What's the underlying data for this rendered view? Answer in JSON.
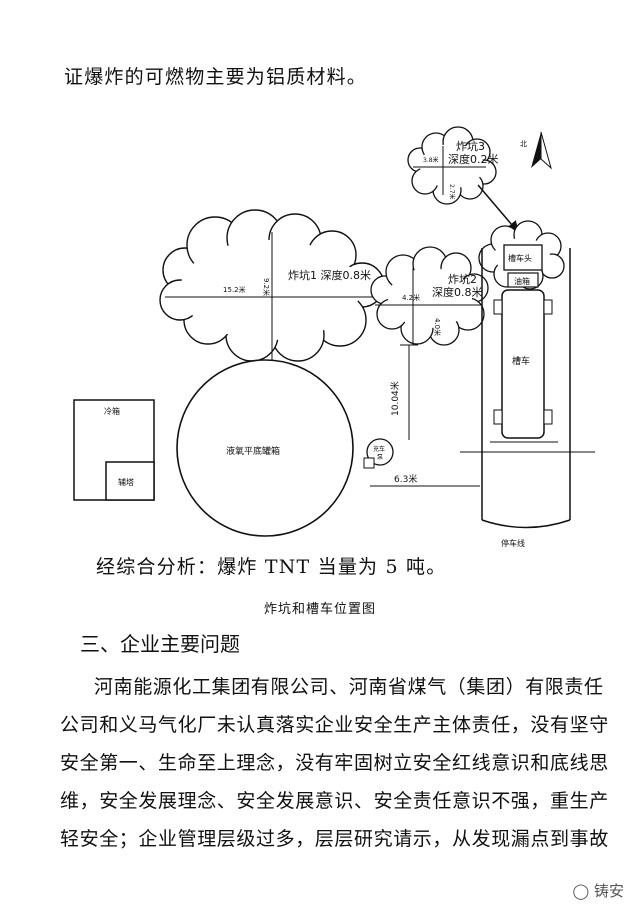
{
  "top_text": "证爆炸的可燃物主要为铝质材料。",
  "diagram": {
    "north": "北",
    "pit3_name": "炸坑3",
    "pit3_depth": "深度0.2米",
    "pit3_w": "3.8米",
    "pit3_h": "2.7米",
    "pit1_label": "炸坑1 深度0.8米",
    "pit1_w": "15.2米",
    "pit1_h": "9.2米",
    "pit2_name": "炸坑2",
    "pit2_depth": "深度0.8米",
    "pit2_w": "4.2米",
    "pit2_h": "4.0米",
    "tanker_head": "槽车头",
    "fuel_tank": "油箱",
    "tanker": "槽车",
    "cold_box": "冷箱",
    "aux_tower": "辅塔",
    "lo2_tank": "液氧平底罐箱",
    "charge_pump_1": "充车",
    "charge_pump_2": "泵",
    "dist_vertical": "10.04米",
    "dist_horizontal": "6.3米",
    "parking_line": "停车线"
  },
  "analysis_text": "经综合分析：爆炸 TNT 当量为 5 吨。",
  "figure_caption": "炸坑和槽车位置图",
  "section_title": "三、企业主要问题",
  "paragraph_lines": [
    "河南能源化工集团有限公司、河南省煤气（集团）有限责任",
    "公司和义马气化厂未认真落实企业安全生产主体责任，没有坚守",
    "安全第一、生命至上理念，没有牢固树立安全红线意识和底线思",
    "维，安全发展理念、安全发展意识、安全责任意识不强，重生产",
    "轻安全；企业管理层级过多，层层研究请示，从发现漏点到事故"
  ],
  "watermark": "铸安"
}
